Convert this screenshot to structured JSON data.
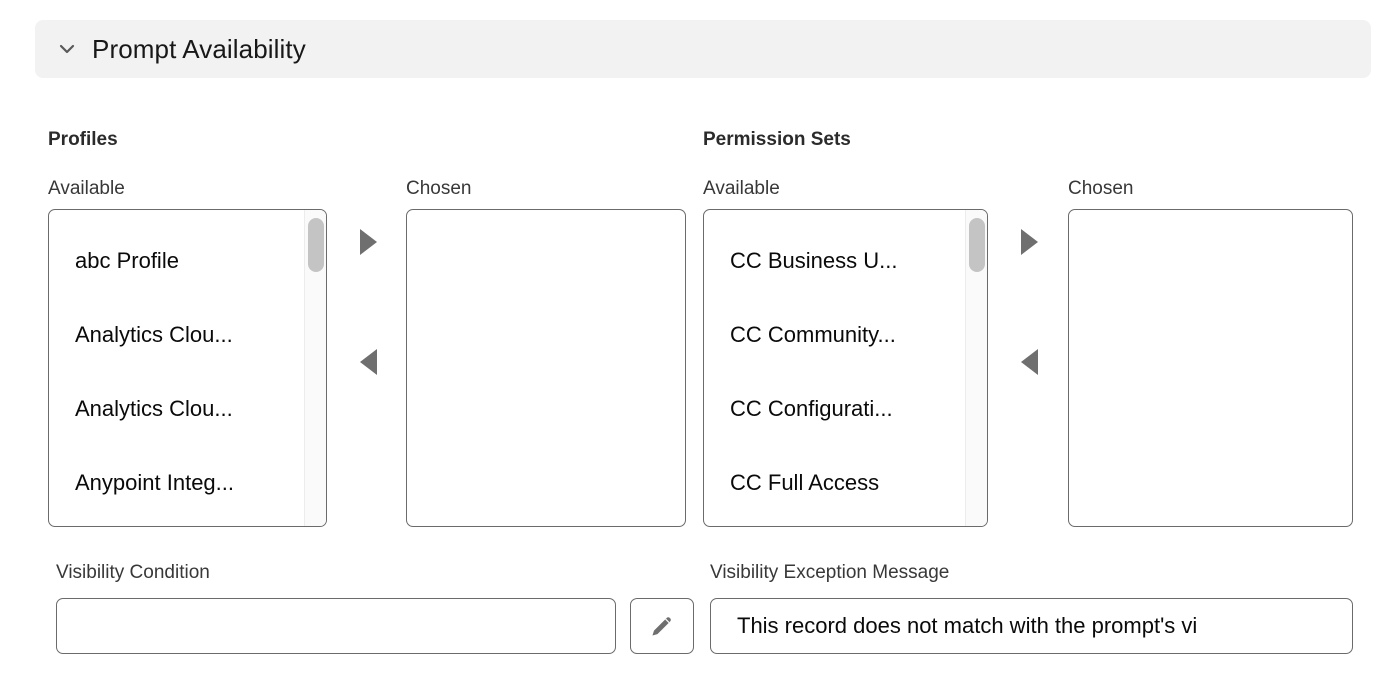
{
  "section": {
    "title": "Prompt Availability",
    "collapse_icon": "chevron-down-icon",
    "expanded": true,
    "header_bg": "#f2f2f2"
  },
  "groups": [
    {
      "key": "profiles",
      "title": "Profiles",
      "available_label": "Available",
      "chosen_label": "Chosen",
      "available_items": [
        "abc Profile",
        "Analytics Clou...",
        "Analytics Clou...",
        "Anypoint Integ..."
      ],
      "chosen_items": [],
      "has_scrollbar": true,
      "add_icon": "triangle-right-icon",
      "remove_icon": "triangle-left-icon"
    },
    {
      "key": "permission_sets",
      "title": "Permission Sets",
      "available_label": "Available",
      "chosen_label": "Chosen",
      "available_items": [
        "CC Business U...",
        "CC Community...",
        "CC Configurati...",
        "CC Full Access"
      ],
      "chosen_items": [],
      "has_scrollbar": true,
      "add_icon": "triangle-right-icon",
      "remove_icon": "triangle-left-icon"
    }
  ],
  "fields": {
    "visibility_condition": {
      "label": "Visibility Condition",
      "value": "",
      "placeholder": "",
      "edit_icon": "pencil-icon"
    },
    "visibility_exception_message": {
      "label": "Visibility Exception Message",
      "value": "This record does not match with the prompt's vi",
      "placeholder": ""
    }
  },
  "colors": {
    "border": "#6b6b6b",
    "text": "#0a0a0a",
    "label": "#383838",
    "arrow": "#6f6f6f",
    "scroll_thumb": "#c4c4c4",
    "panel_bg": "#f2f2f2"
  }
}
